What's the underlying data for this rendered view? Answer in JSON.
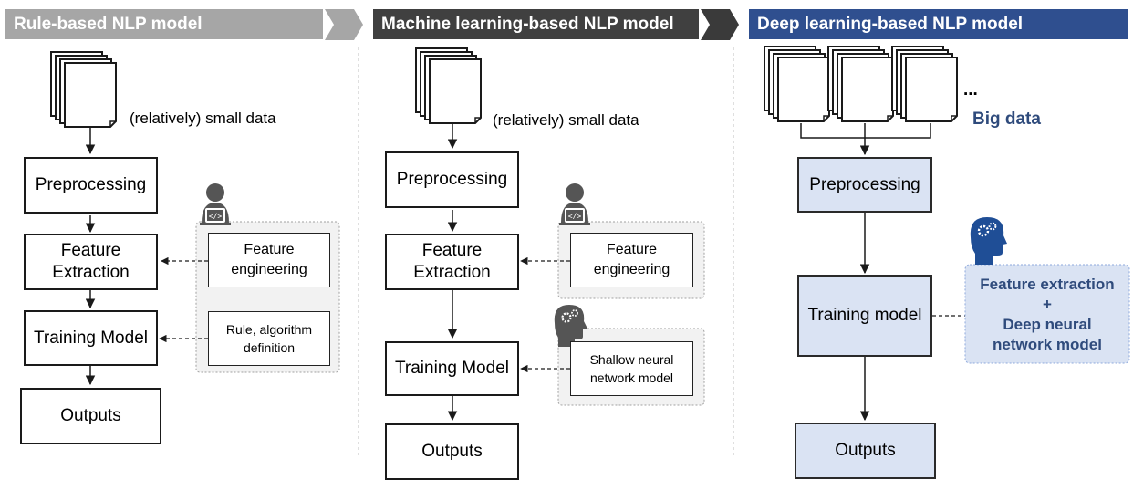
{
  "colors": {
    "panel1": "#a6a6a6",
    "panel2": "#404040",
    "panel3": "#2f4f8f",
    "deep_box": "#dae3f3",
    "deep_text": "#2f4b7c"
  },
  "panels": [
    {
      "title": "Rule-based NLP model",
      "data_label": "(relatively) small data",
      "steps": [
        "Preprocessing",
        "Feature\nExtraction",
        "Training Model",
        "Outputs"
      ],
      "human_items": [
        "Feature\nengineering",
        "Rule, algorithm\ndefinition"
      ],
      "icon": "developer-person-icon"
    },
    {
      "title": "Machine learning-based NLP model",
      "data_label": "(relatively) small data",
      "steps": [
        "Preprocessing",
        "Feature\nExtraction",
        "Training Model",
        "Outputs"
      ],
      "human_items": [
        "Feature\nengineering"
      ],
      "ai_items": [
        "Shallow neural\nnetwork model"
      ],
      "icon": "developer-person-icon"
    },
    {
      "title": "Deep learning-based NLP model",
      "data_label": "Big data",
      "more": "...",
      "steps": [
        "Preprocessing",
        "Training model",
        "Outputs"
      ],
      "ai_label": [
        "Feature extraction",
        "+",
        "Deep neural\nnetwork model"
      ],
      "icon": "ai-brain-icon"
    }
  ]
}
